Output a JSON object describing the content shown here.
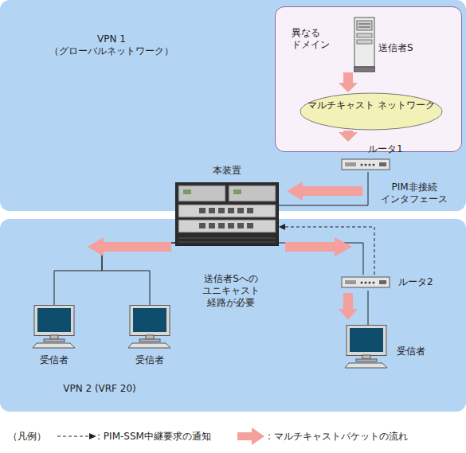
{
  "diagram": {
    "nodes": [
      {
        "text": [
          "VPN 1 （グローバルネットワーク）"
        ]
      },
      {
        "text": [
          "異なる ドメイン"
        ],
        "in": 0
      },
      {
        "text": [
          "送信者S"
        ],
        "in": 1
      },
      {
        "text": [
          "マルチキャスト ネットワーク"
        ],
        "in": 1
      },
      {
        "text": [
          "ルータ1"
        ],
        "in": 0
      },
      {
        "text": [
          "VPN 2 (VRF 20)"
        ]
      },
      {
        "text": [
          "本装置"
        ]
      },
      {
        "text": [
          "ルータ2"
        ],
        "in": 5
      },
      {
        "text": [
          "受信者"
        ],
        "in": 5
      },
      {
        "text": [
          "受信者"
        ],
        "in": 5
      },
      {
        "text": [
          "受信者"
        ],
        "in": 5
      }
    ],
    "edges": [
      {
        "from": 2,
        "to": 3,
        "arrow": "to"
      },
      {
        "from": 3,
        "to": 4,
        "arrow": "to"
      },
      {
        "from": 4,
        "to": 6,
        "arrow": "none"
      },
      {
        "from": 6,
        "to": 8,
        "arrow": "none"
      },
      {
        "from": 6,
        "to": 9,
        "arrow": "none"
      },
      {
        "from": 6,
        "to": 7,
        "arrow": "none"
      },
      {
        "from": 7,
        "to": 10,
        "arrow": "none"
      },
      {
        "from": 7,
        "to": 6,
        "arrow": "to"
      }
    ],
    "labels": [
      "PIM非接続 インタフェース",
      "送信者Sへの ユニキャスト 経路が必要",
      "（凡例）"
    ],
    "legend": [
      {
        "text": ": PIM-SSM中継要求の通知"
      },
      {
        "text": ": マルチキャストパケットの流れ"
      }
    ]
  }
}
